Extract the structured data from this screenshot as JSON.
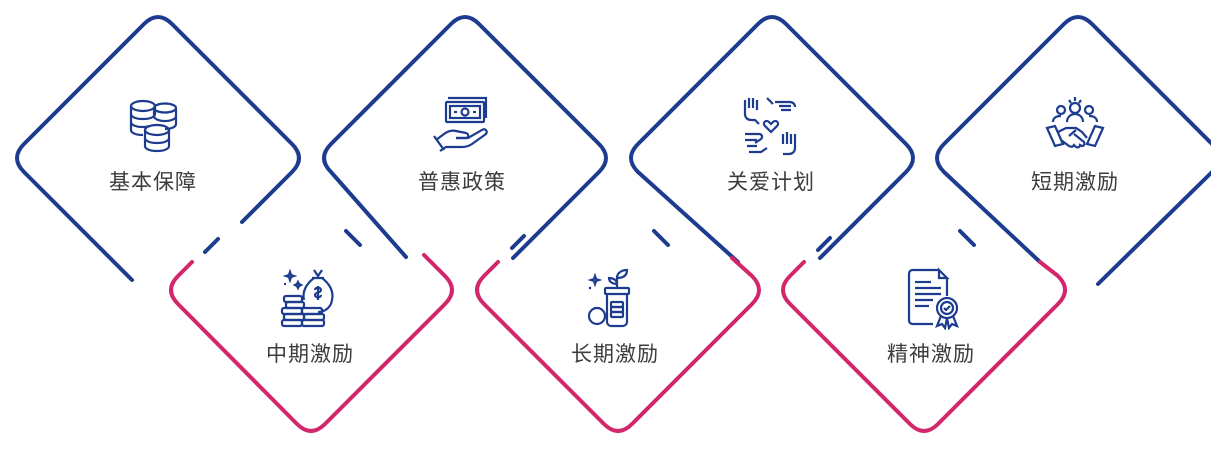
{
  "colors": {
    "blue": "#1d3c8f",
    "pink": "#d2276a"
  },
  "items": [
    {
      "label": "基本保障",
      "icon": "coin-stack-icon",
      "color": "blue"
    },
    {
      "label": "普惠政策",
      "icon": "hand-money-icon",
      "color": "blue"
    },
    {
      "label": "关爱计划",
      "icon": "caring-hands-icon",
      "color": "blue"
    },
    {
      "label": "短期激励",
      "icon": "team-handshake-icon",
      "color": "blue"
    },
    {
      "label": "中期激励",
      "icon": "money-bag-coins-icon",
      "color": "pink"
    },
    {
      "label": "长期激励",
      "icon": "plant-jar-coins-icon",
      "color": "pink"
    },
    {
      "label": "精神激励",
      "icon": "certificate-award-icon",
      "color": "pink"
    }
  ]
}
